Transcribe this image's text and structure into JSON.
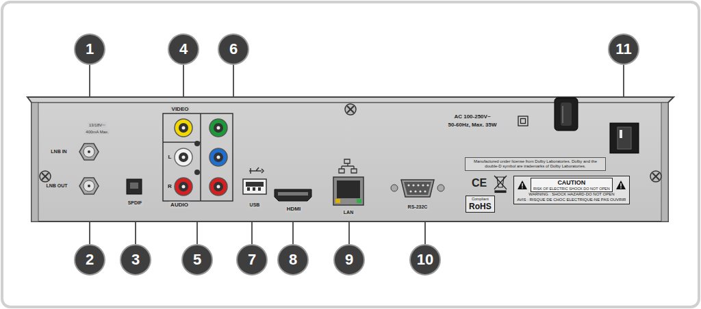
{
  "diagram": {
    "nodes": [
      {
        "text": [
          "Manufactured under license from Dolby Laboratories. Dolby and the double-D symbol are trademarks of Dolby Laboratories."
        ]
      },
      {
        "text": [
          "CAUTION",
          "RISK OF ELECTRIC SHOCK DO NOT OPEN",
          "WARNING : SHOCK HAZARD-DO NOT OPEN",
          "AVIS : RISQUE DE CHOC ELECTRIQUE-NE PAS OUVRIR"
        ]
      },
      {
        "text": [
          "Compliant",
          "RoHS"
        ]
      }
    ],
    "labels": [
      "1",
      "4",
      "6",
      "11",
      "VIDEO",
      "AC 100-250V~",
      "50-60Hz, Max. 35W",
      "13/18V⎓",
      "400mA Max.",
      "LNB IN",
      "L",
      "R",
      "LNB OUT",
      "CE",
      "SPDIF",
      "AUDIO",
      "USB",
      "HDMI",
      "LAN",
      "RS-232C",
      "2",
      "3",
      "5",
      "7",
      "8",
      "9",
      "10"
    ]
  }
}
